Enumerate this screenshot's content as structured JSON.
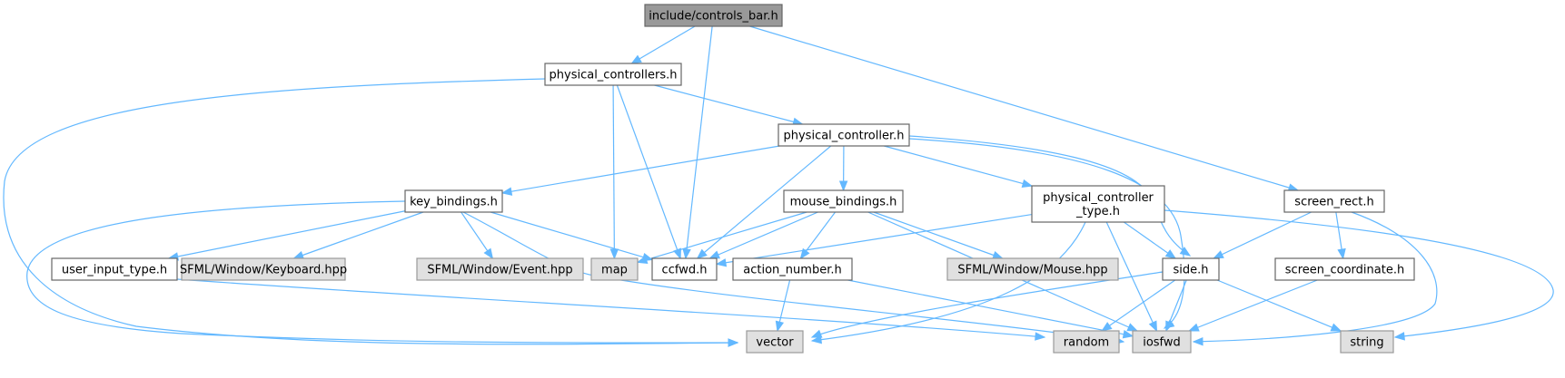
{
  "title": "include/controls_bar.h include dependency graph",
  "colors": {
    "edge": "#63b8ff",
    "root_fill": "#999999",
    "system_fill": "#e0e0e0",
    "local_fill": "#ffffff"
  },
  "nodes": [
    {
      "id": "controls_bar",
      "label": "include/controls_bar.h",
      "kind": "root"
    },
    {
      "id": "physical_controllers",
      "label": "physical_controllers.h",
      "kind": "local"
    },
    {
      "id": "physical_controller",
      "label": "physical_controller.h",
      "kind": "local"
    },
    {
      "id": "key_bindings",
      "label": "key_bindings.h",
      "kind": "local"
    },
    {
      "id": "mouse_bindings",
      "label": "mouse_bindings.h",
      "kind": "local"
    },
    {
      "id": "physical_controller_type",
      "label": "physical_controller\n_type.h",
      "kind": "local"
    },
    {
      "id": "screen_rect",
      "label": "screen_rect.h",
      "kind": "local"
    },
    {
      "id": "user_input_type",
      "label": "user_input_type.h",
      "kind": "local"
    },
    {
      "id": "sfml_keyboard",
      "label": "SFML/Window/Keyboard.hpp",
      "kind": "system"
    },
    {
      "id": "sfml_event",
      "label": "SFML/Window/Event.hpp",
      "kind": "system"
    },
    {
      "id": "map",
      "label": "map",
      "kind": "system"
    },
    {
      "id": "ccfwd",
      "label": "ccfwd.h",
      "kind": "local"
    },
    {
      "id": "action_number",
      "label": "action_number.h",
      "kind": "local"
    },
    {
      "id": "sfml_mouse",
      "label": "SFML/Window/Mouse.hpp",
      "kind": "system"
    },
    {
      "id": "side",
      "label": "side.h",
      "kind": "local"
    },
    {
      "id": "screen_coordinate",
      "label": "screen_coordinate.h",
      "kind": "local"
    },
    {
      "id": "vector",
      "label": "vector",
      "kind": "system"
    },
    {
      "id": "random",
      "label": "random",
      "kind": "system"
    },
    {
      "id": "iosfwd",
      "label": "iosfwd",
      "kind": "system"
    },
    {
      "id": "string",
      "label": "string",
      "kind": "system"
    }
  ],
  "edges": [
    [
      "controls_bar",
      "physical_controllers"
    ],
    [
      "controls_bar",
      "ccfwd"
    ],
    [
      "controls_bar",
      "screen_rect"
    ],
    [
      "physical_controllers",
      "vector"
    ],
    [
      "physical_controllers",
      "map"
    ],
    [
      "physical_controllers",
      "ccfwd"
    ],
    [
      "physical_controllers",
      "physical_controller"
    ],
    [
      "physical_controller",
      "key_bindings"
    ],
    [
      "physical_controller",
      "ccfwd"
    ],
    [
      "physical_controller",
      "mouse_bindings"
    ],
    [
      "physical_controller",
      "physical_controller_type"
    ],
    [
      "physical_controller",
      "side"
    ],
    [
      "physical_controller",
      "iosfwd"
    ],
    [
      "key_bindings",
      "user_input_type"
    ],
    [
      "key_bindings",
      "sfml_keyboard"
    ],
    [
      "key_bindings",
      "sfml_event"
    ],
    [
      "key_bindings",
      "ccfwd"
    ],
    [
      "key_bindings",
      "vector"
    ],
    [
      "key_bindings",
      "iosfwd"
    ],
    [
      "mouse_bindings",
      "map"
    ],
    [
      "mouse_bindings",
      "ccfwd"
    ],
    [
      "mouse_bindings",
      "action_number"
    ],
    [
      "mouse_bindings",
      "sfml_mouse"
    ],
    [
      "mouse_bindings",
      "iosfwd"
    ],
    [
      "physical_controller_type",
      "ccfwd"
    ],
    [
      "physical_controller_type",
      "vector"
    ],
    [
      "physical_controller_type",
      "iosfwd"
    ],
    [
      "physical_controller_type",
      "side"
    ],
    [
      "physical_controller_type",
      "string"
    ],
    [
      "screen_rect",
      "side"
    ],
    [
      "screen_rect",
      "screen_coordinate"
    ],
    [
      "screen_rect",
      "iosfwd"
    ],
    [
      "user_input_type",
      "random"
    ],
    [
      "action_number",
      "vector"
    ],
    [
      "action_number",
      "iosfwd"
    ],
    [
      "side",
      "vector"
    ],
    [
      "side",
      "random"
    ],
    [
      "side",
      "iosfwd"
    ],
    [
      "side",
      "string"
    ],
    [
      "screen_coordinate",
      "iosfwd"
    ]
  ]
}
